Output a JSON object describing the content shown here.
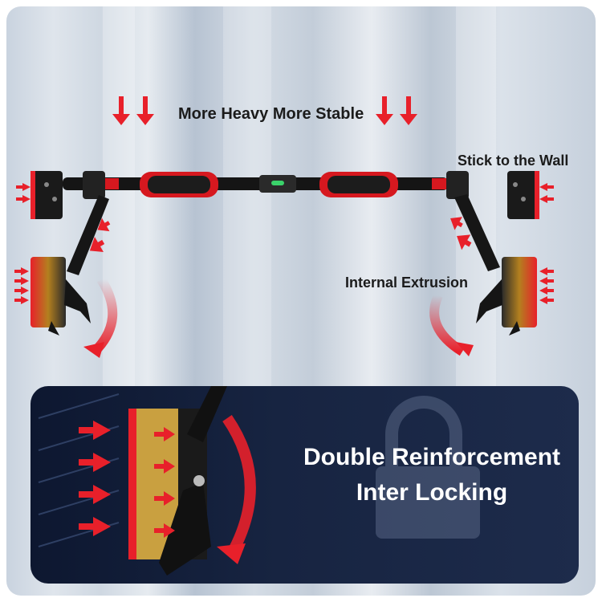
{
  "headline": "More Heavy More Stable",
  "labels": {
    "stick_to_wall": "Stick to the Wall",
    "internal_extrusion": "Internal Extrusion"
  },
  "panel": {
    "line1": "Double Reinforcement",
    "line2": "Inter Locking"
  },
  "colors": {
    "accent_red": "#e8202a",
    "grip_red": "#d6181f",
    "bar_black": "#141414",
    "panel_navy": "#172441",
    "pad_gold": "#c9a040"
  },
  "icons": [
    "down-arrow-icon",
    "side-arrow-icon",
    "curved-arrow-icon",
    "padlock-icon",
    "level-bubble-icon"
  ]
}
